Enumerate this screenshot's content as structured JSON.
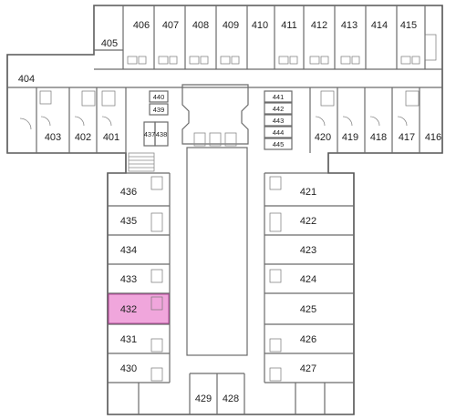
{
  "floor_plan": {
    "highlighted_room": "432",
    "highlight_color": "#f0a6dc",
    "wall_color": "#6b6b6b",
    "rooms": {
      "r401": "401",
      "r402": "402",
      "r403": "403",
      "r404": "404",
      "r405": "405",
      "r406": "406",
      "r407": "407",
      "r408": "408",
      "r409": "409",
      "r410": "410",
      "r411": "411",
      "r412": "412",
      "r413": "413",
      "r414": "414",
      "r415": "415",
      "r416": "416",
      "r417": "417",
      "r418": "418",
      "r419": "419",
      "r420": "420",
      "r421": "421",
      "r422": "422",
      "r423": "423",
      "r424": "424",
      "r425": "425",
      "r426": "426",
      "r427": "427",
      "r428": "428",
      "r429": "429",
      "r430": "430",
      "r431": "431",
      "r432": "432",
      "r433": "433",
      "r434": "434",
      "r435": "435",
      "r436": "436",
      "r437": "437",
      "r438": "438",
      "r439": "439",
      "r440": "440",
      "r441": "441",
      "r442": "442",
      "r443": "443",
      "r444": "444",
      "r445": "445"
    }
  }
}
